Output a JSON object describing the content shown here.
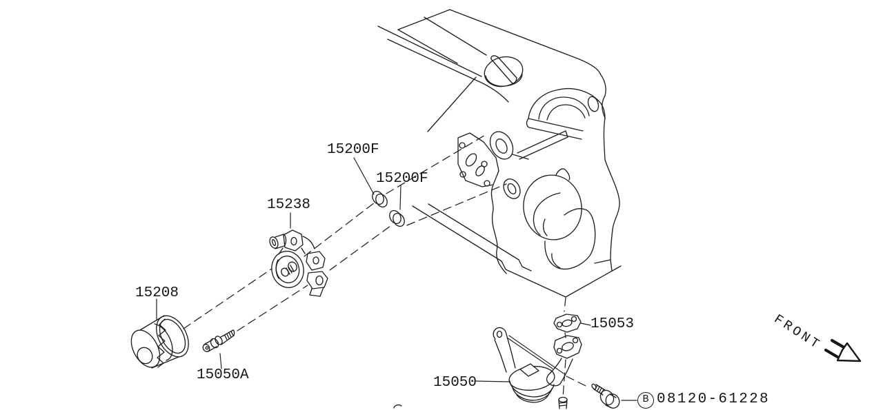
{
  "diagram": {
    "title": "oil-filter-and-strainer-parts-diagram",
    "background": "#ffffff",
    "line_color": "#1f1f1f",
    "front_label": "FRONT",
    "callouts": [
      {
        "id": "oring-upper",
        "label": "15200F"
      },
      {
        "id": "oring-lower",
        "label": "15200F"
      },
      {
        "id": "filter-bracket",
        "label": "15238"
      },
      {
        "id": "oil-filter",
        "label": "15208"
      },
      {
        "id": "connector-stud",
        "label": "15050A"
      },
      {
        "id": "strainer-gasket",
        "label": "15053"
      },
      {
        "id": "oil-strainer",
        "label": "15050"
      },
      {
        "id": "strainer-bolt",
        "prefix": "B",
        "label": "08120-61228"
      }
    ]
  }
}
